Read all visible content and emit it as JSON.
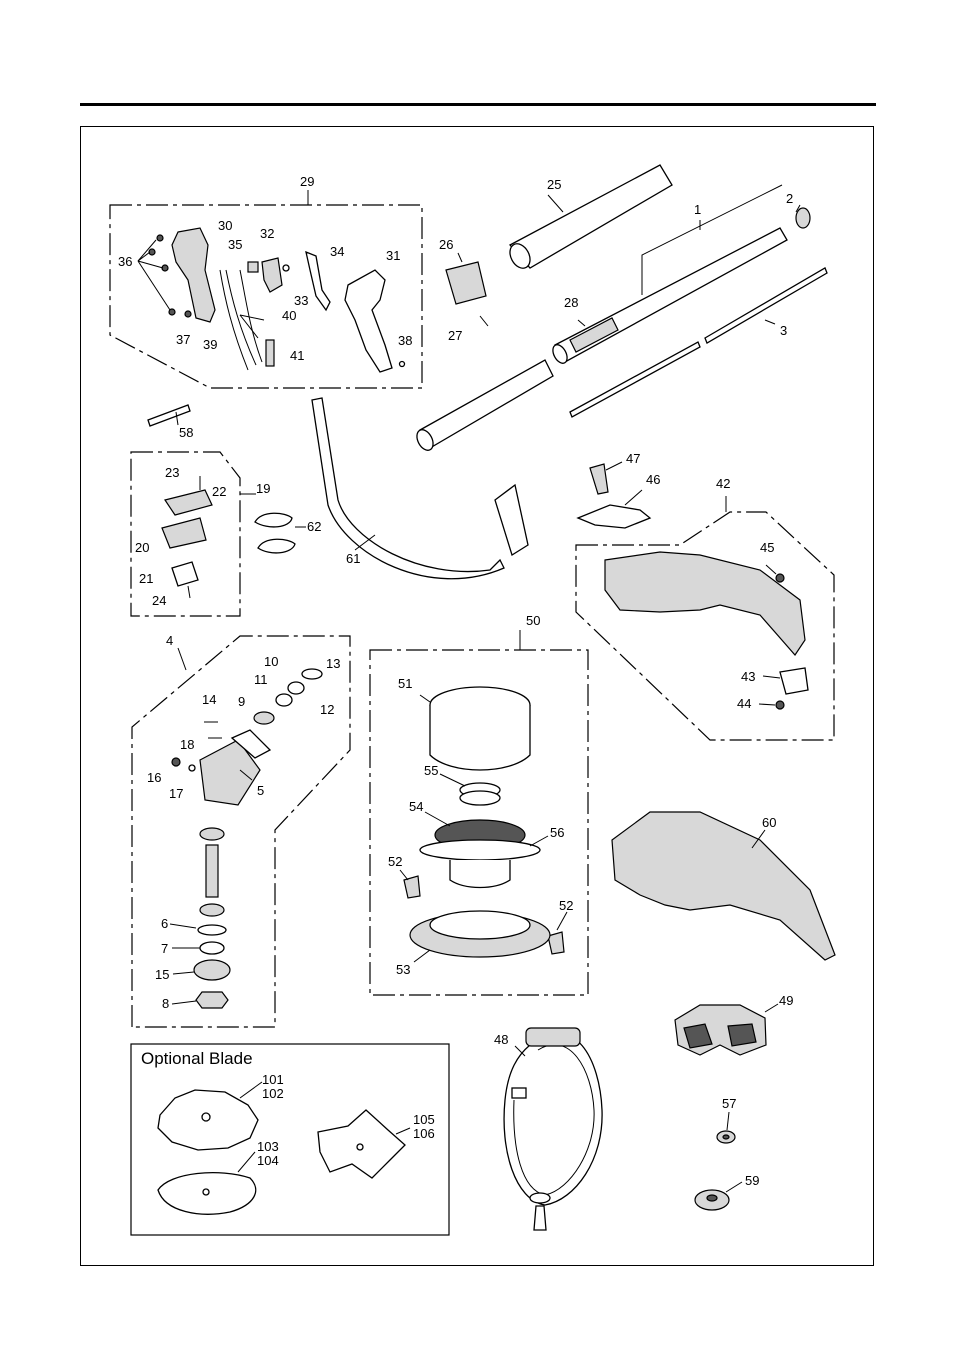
{
  "optional_blade": {
    "title": "Optional Blade"
  },
  "labels": {
    "p1": "1",
    "p2": "2",
    "p3": "3",
    "p4": "4",
    "p5": "5",
    "p6": "6",
    "p7": "7",
    "p8": "8",
    "p9": "9",
    "p10": "10",
    "p11": "11",
    "p12": "12",
    "p13": "13",
    "p14": "14",
    "p15": "15",
    "p16": "16",
    "p17": "17",
    "p18": "18",
    "p19": "19",
    "p20": "20",
    "p21": "21",
    "p22": "22",
    "p23": "23",
    "p24": "24",
    "p25": "25",
    "p26": "26",
    "p27": "27",
    "p28": "28",
    "p29": "29",
    "p30": "30",
    "p31": "31",
    "p32": "32",
    "p33": "33",
    "p34": "34",
    "p35": "35",
    "p36": "36",
    "p37": "37",
    "p38": "38",
    "p39": "39",
    "p40": "40",
    "p41": "41",
    "p42": "42",
    "p43": "43",
    "p44": "44",
    "p45": "45",
    "p46": "46",
    "p47": "47",
    "p48": "48",
    "p49": "49",
    "p50": "50",
    "p51": "51",
    "p52a": "52",
    "p52b": "52",
    "p53": "53",
    "p54": "54",
    "p55": "55",
    "p56": "56",
    "p57": "57",
    "p58": "58",
    "p59": "59",
    "p60": "60",
    "p61": "61",
    "p62": "62",
    "p101": "101",
    "p102": "102",
    "p103": "103",
    "p104": "104",
    "p105": "105",
    "p106": "106"
  }
}
